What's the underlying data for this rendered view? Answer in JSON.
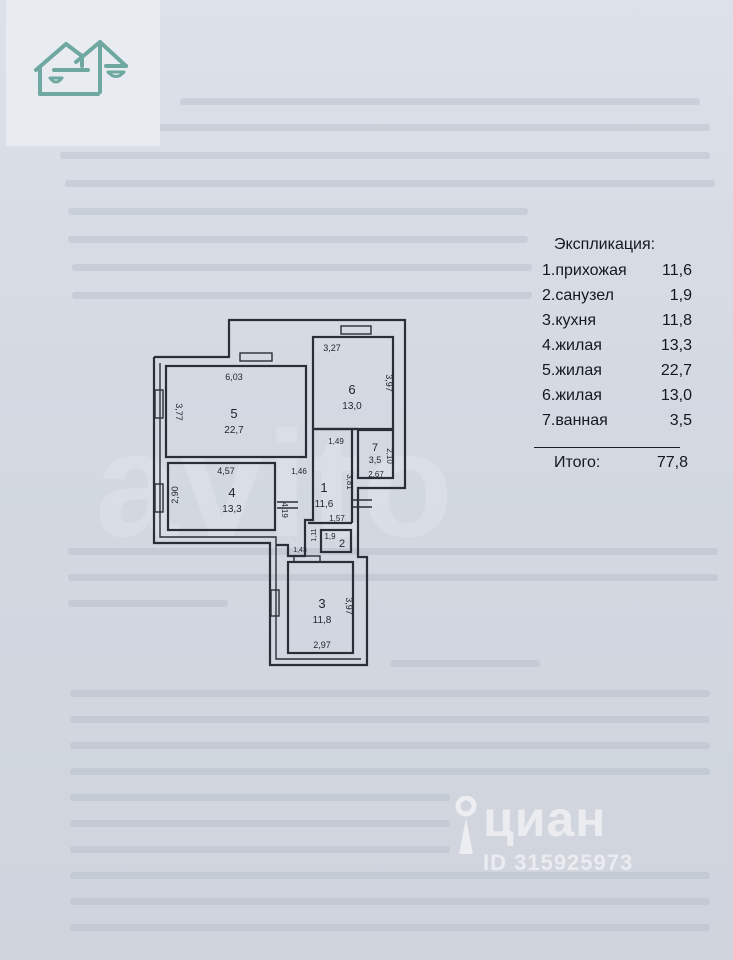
{
  "legend": {
    "title": "Экспликация:",
    "items": [
      {
        "label": "1.прихожая",
        "area": "11,6"
      },
      {
        "label": "2.санузел",
        "area": "1,9"
      },
      {
        "label": "3.кухня",
        "area": "11,8"
      },
      {
        "label": "4.жилая",
        "area": "13,3"
      },
      {
        "label": "5.жилая",
        "area": "22,7"
      },
      {
        "label": "6.жилая",
        "area": "13,0"
      },
      {
        "label": "7.ванная",
        "area": "3,5"
      }
    ],
    "total_label": "Итого:",
    "total_value": "77,8"
  },
  "plan": {
    "rooms": [
      {
        "number": "1",
        "area": "11,6"
      },
      {
        "number": "2",
        "area": "1,9"
      },
      {
        "number": "3",
        "area": "11,8"
      },
      {
        "number": "4",
        "area": "13,3"
      },
      {
        "number": "5",
        "area": "22,7"
      },
      {
        "number": "6",
        "area": "13,0"
      },
      {
        "number": "7",
        "area": "3,5"
      }
    ],
    "dimensions": [
      "6,03",
      "3,77",
      "3,27",
      "3,97",
      "1,49",
      "2,10",
      "2,67",
      "1,46",
      "4,57",
      "2,90",
      "4,19",
      "3,81",
      "1,57",
      "1,11",
      "1,43",
      "3,97",
      "2,97"
    ]
  },
  "watermarks": {
    "cian_brand": "циан",
    "cian_id": "ID 315925973",
    "avito": "avito"
  },
  "colors": {
    "paper": "#d5dae3",
    "logo_teal": "#6fa8a0",
    "ink": "#1f242c"
  }
}
